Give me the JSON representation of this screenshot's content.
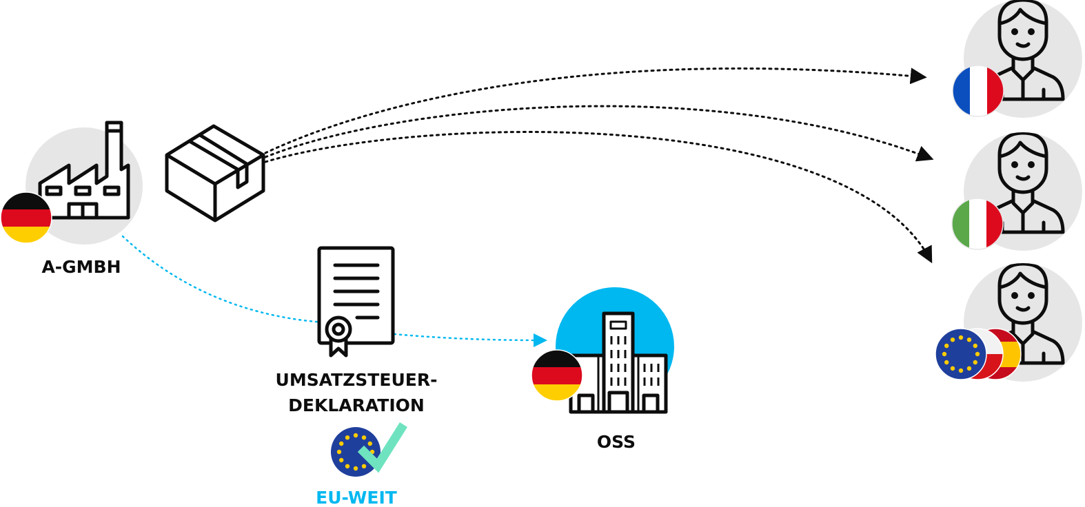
{
  "company": {
    "name": "A-GMBH",
    "country_flag": "germany-flag",
    "icon": "factory-icon"
  },
  "parcel": {
    "icon": "parcel-box-icon"
  },
  "declaration": {
    "label_line1": "UMSATZSTEUER-",
    "label_line2": "DEKLARATION",
    "icon": "certificate-document-icon",
    "scope_icon": "eu-flag-check-icon",
    "scope_label": "EU-WEIT"
  },
  "authority": {
    "name": "OSS",
    "icon": "office-building-icon",
    "country_flag": "germany-flag"
  },
  "customers": [
    {
      "icon": "customer-person-icon",
      "flags": [
        "france-flag"
      ]
    },
    {
      "icon": "customer-person-icon",
      "flags": [
        "italy-flag"
      ]
    },
    {
      "icon": "customer-person-icon",
      "flags": [
        "eu-flag",
        "czech-flag",
        "spain-flag"
      ]
    }
  ],
  "colors": {
    "ink": "#0d0d0d",
    "circle_gray": "#e6e6e6",
    "accent_blue": "#00b8f0",
    "check_mint": "#6fe3bf",
    "flag_blue_eu": "#1f3f9c",
    "flag_yellow": "#ffcc00",
    "de_red": "#dd0a1e",
    "de_gold": "#ffce00",
    "fr_blue": "#0b4fbf",
    "it_green": "#5aa84a"
  }
}
